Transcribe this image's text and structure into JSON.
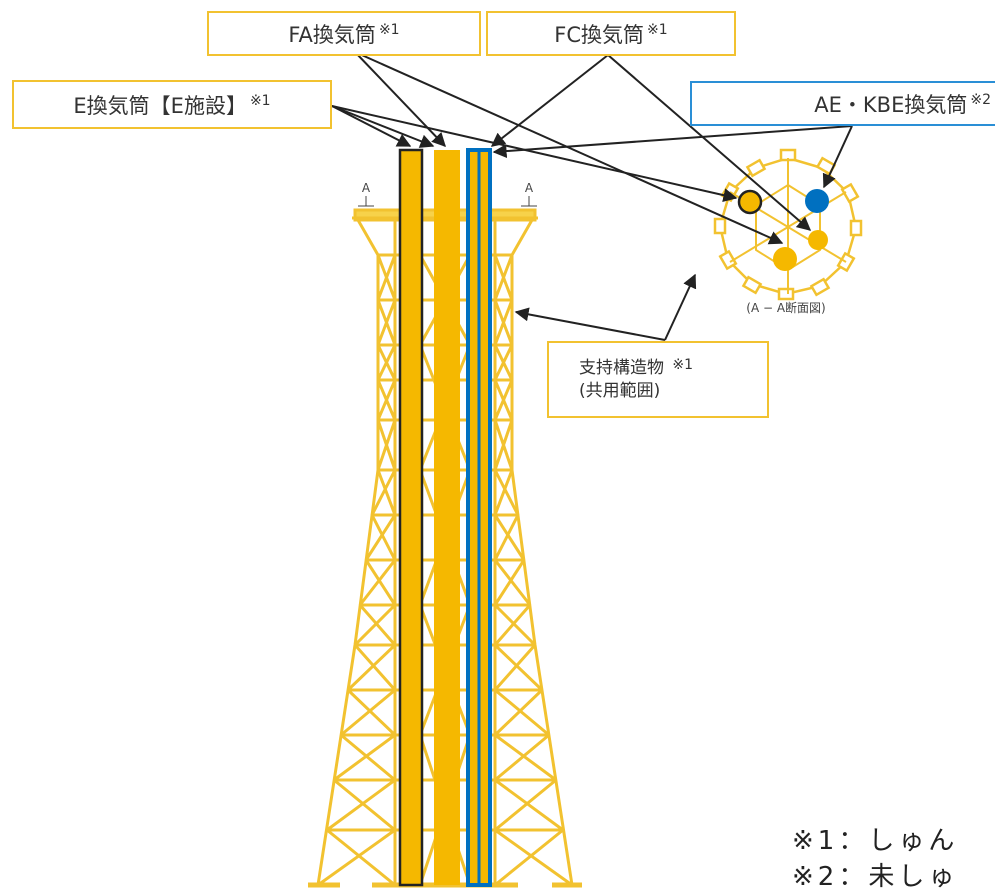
{
  "labels": {
    "fa": {
      "text": "FA換気筒",
      "note": "※1"
    },
    "fc": {
      "text": "FC換気筒",
      "note": "※1"
    },
    "e": {
      "text": "E換気筒【E施設】",
      "note": "※1"
    },
    "ae": {
      "text": "AE・KBE換気筒",
      "note": "※2"
    },
    "support": {
      "text": "支持構造物",
      "note": "※1",
      "sub": "(共用範囲)"
    }
  },
  "section": {
    "marker_left": "A",
    "marker_right": "A",
    "caption": "(A − A断面図)"
  },
  "footnotes": {
    "note1": "※1：しゅん",
    "note2": "※2：未しゅ"
  },
  "colors": {
    "yellow": "#f5b800",
    "lattice": "#f2c230",
    "blue": "#0070c0",
    "outline": "#222222"
  }
}
